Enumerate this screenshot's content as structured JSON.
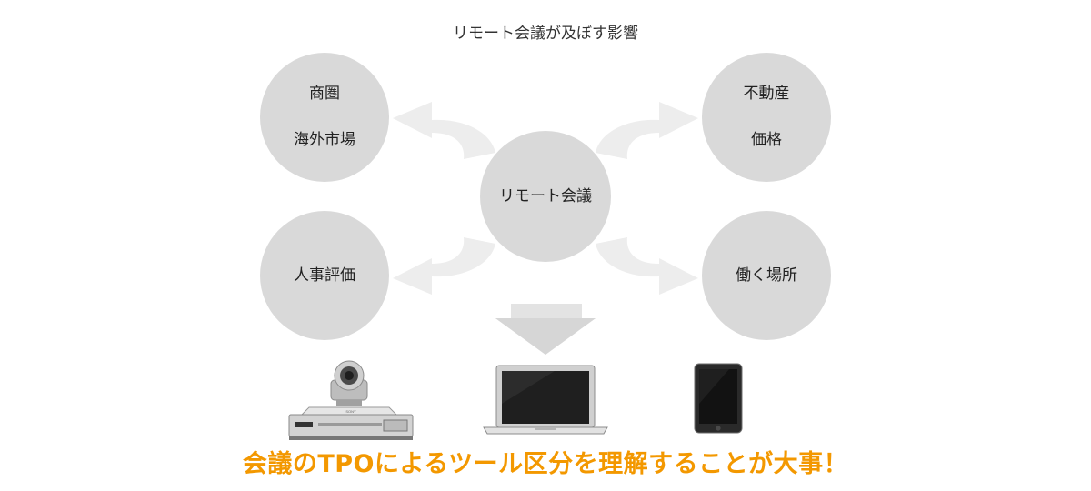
{
  "title": "リモート会議が及ぼす影響",
  "center": {
    "label": "リモート会議"
  },
  "nodes": {
    "top_left": {
      "line1": "商圏",
      "line2": "海外市場"
    },
    "top_right": {
      "line1": "不動産",
      "line2": "価格"
    },
    "bottom_left": {
      "label": "人事評価"
    },
    "bottom_right": {
      "label": "働く場所"
    }
  },
  "devices": {
    "camera_brand": "SONY"
  },
  "tagline": "会議のTPOによるツール区分を理解することが大事！",
  "colors": {
    "circle": "#d9d9d9",
    "arrow": "#ededed",
    "tagline": "#f39800",
    "text": "#222222"
  }
}
